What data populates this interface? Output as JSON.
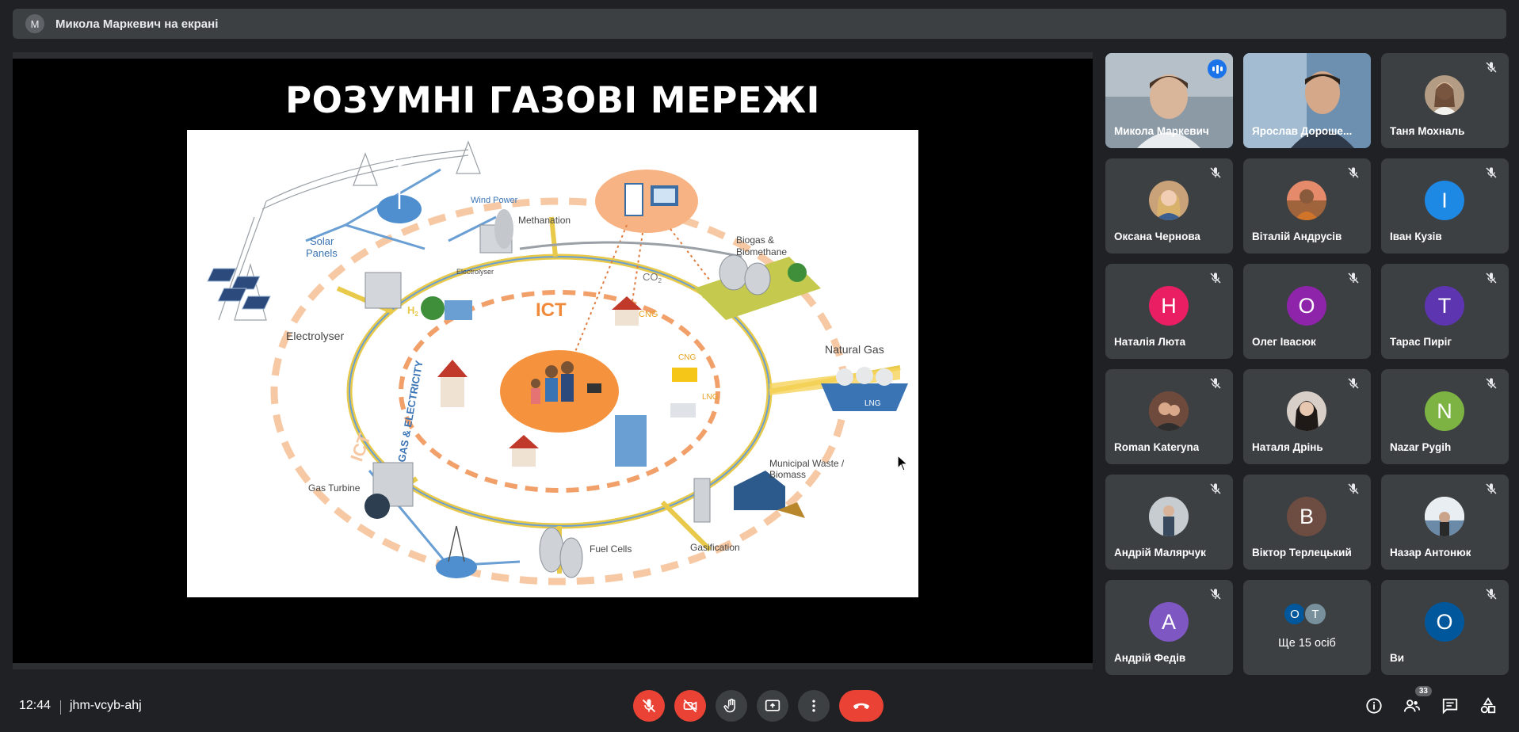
{
  "presenter": {
    "initial": "M",
    "text": "Микола Маркевич на екрані"
  },
  "slide": {
    "title": "РОЗУМНІ ГАЗОВІ МЕРЕЖІ",
    "diagram_labels": {
      "wind_power": "Wind Power",
      "methanation": "Methanation",
      "solar_panels_1": "Solar",
      "solar_panels_2": "Panels",
      "electrolyser_small": "Electrolyser",
      "electrolyser": "Electrolyser",
      "co2": "CO",
      "co2_sub": "2",
      "h2": "H",
      "h2_sub": "2",
      "biogas_1": "Biogas &",
      "biogas_2": "Biomethane",
      "ict_center": "ICT",
      "ict_ring": "ICT",
      "gas_electricity": "GAS & ELECTRICITY",
      "cng_1": "CNG",
      "cng_2": "CNG",
      "lng_truck": "LNG",
      "natural_gas": "Natural Gas",
      "lng_ship": "LNG",
      "gas_turbine": "Gas Turbine",
      "municipal_1": "Municipal Waste /",
      "municipal_2": "Biomass",
      "fuel_cells": "Fuel Cells",
      "gasification": "Gasification"
    }
  },
  "participants": [
    {
      "name": "Микола Маркевич",
      "type": "video",
      "speaking": true,
      "active": true
    },
    {
      "name": "Ярослав Дороше...",
      "type": "video",
      "muted": false
    },
    {
      "name": "Таня Мохналь",
      "type": "photo",
      "muted": true,
      "color": "#b39b84"
    },
    {
      "name": "Оксана Чернова",
      "type": "photo",
      "muted": true,
      "color": "#c9a27a"
    },
    {
      "name": "Віталій Андрусів",
      "type": "photo",
      "muted": true,
      "color": "#a0643c"
    },
    {
      "name": "Іван Кузів",
      "type": "letter",
      "initial": "І",
      "muted": true,
      "color": "#1e88e5"
    },
    {
      "name": "Наталія Люта",
      "type": "letter",
      "initial": "Н",
      "muted": true,
      "color": "#e91e63"
    },
    {
      "name": "Олег Івасюк",
      "type": "letter",
      "initial": "О",
      "muted": true,
      "color": "#8e24aa"
    },
    {
      "name": "Тарас Пиріг",
      "type": "letter",
      "initial": "Т",
      "muted": true,
      "color": "#5e35b1"
    },
    {
      "name": "Roman Kateryna",
      "type": "photo",
      "muted": true,
      "color": "#8d5b4c"
    },
    {
      "name": "Наталя Дрінь",
      "type": "photo",
      "muted": true,
      "color": "#d8cfc8"
    },
    {
      "name": "Nazar Pygih",
      "type": "letter",
      "initial": "N",
      "muted": true,
      "color": "#7cb342"
    },
    {
      "name": "Андрій Малярчук",
      "type": "photo",
      "muted": true,
      "color": "#7d8a94"
    },
    {
      "name": "Віктор Терлецький",
      "type": "letter",
      "initial": "В",
      "muted": true,
      "color": "#6d4c41"
    },
    {
      "name": "Назар Антонюк",
      "type": "photo",
      "muted": true,
      "color": "#d7dde3"
    },
    {
      "name": "Андрій Федів",
      "type": "letter",
      "initial": "А",
      "muted": true,
      "color": "#7e57c2"
    },
    {
      "name": "Ще 15 осіб",
      "type": "more",
      "initials": [
        "О",
        "Т"
      ],
      "colors": [
        "#01579b",
        "#78909c"
      ]
    },
    {
      "name": "Ви",
      "type": "letter",
      "initial": "О",
      "muted": true,
      "color": "#01579b"
    }
  ],
  "bottom_bar": {
    "time": "12:44",
    "meeting_code": "jhm-vcyb-ahj",
    "people_count": "33",
    "controls": [
      "mic-off-icon",
      "camera-off-icon",
      "raise-hand-icon",
      "present-screen-icon",
      "more-options-icon",
      "hang-up-icon"
    ],
    "right": [
      "info-icon",
      "people-icon",
      "chat-icon",
      "activities-icon"
    ]
  },
  "colors": {
    "background": "#202124",
    "tile": "#3c4043",
    "red": "#ea4335",
    "active_outline": "#8ab4f8",
    "speaking_blue": "#1a73e8"
  }
}
